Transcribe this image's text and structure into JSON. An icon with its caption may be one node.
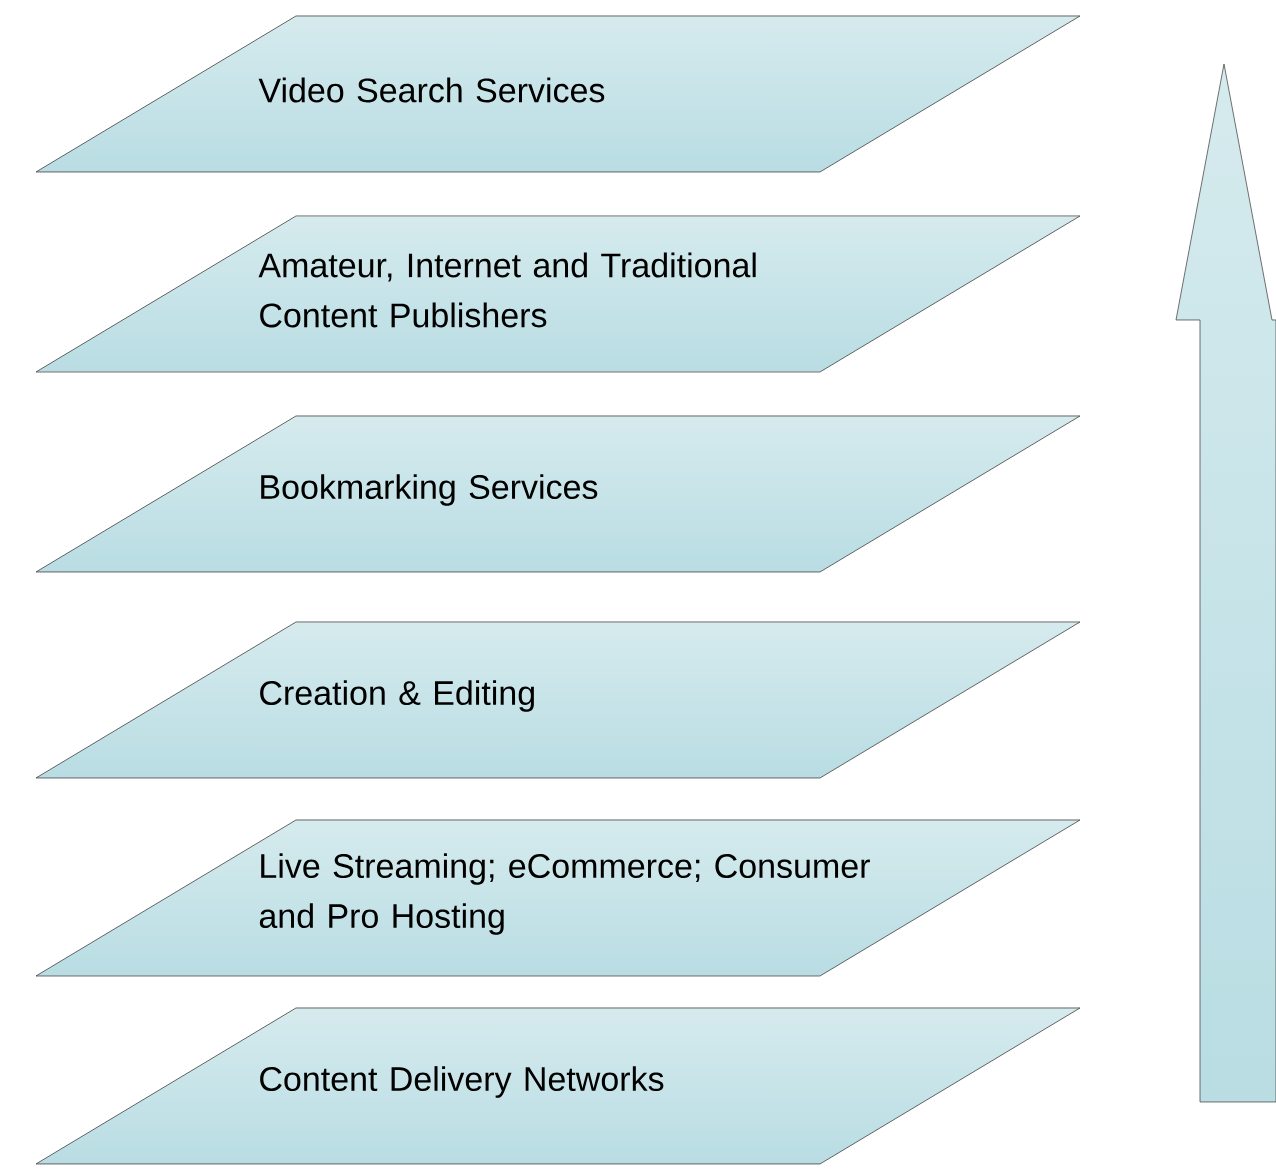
{
  "diagram": {
    "nodes": [
      {
        "text": [
          "Video Search Services"
        ]
      },
      {
        "text": [
          "Amateur, Internet and Traditional Content Publishers"
        ]
      },
      {
        "text": [
          "Bookmarking Services"
        ]
      },
      {
        "text": [
          "Creation & Editing"
        ]
      },
      {
        "text": [
          "Live Streaming; eCommerce; Consumer and Pro Hosting"
        ]
      },
      {
        "text": [
          "Content Delivery Networks"
        ]
      }
    ]
  }
}
